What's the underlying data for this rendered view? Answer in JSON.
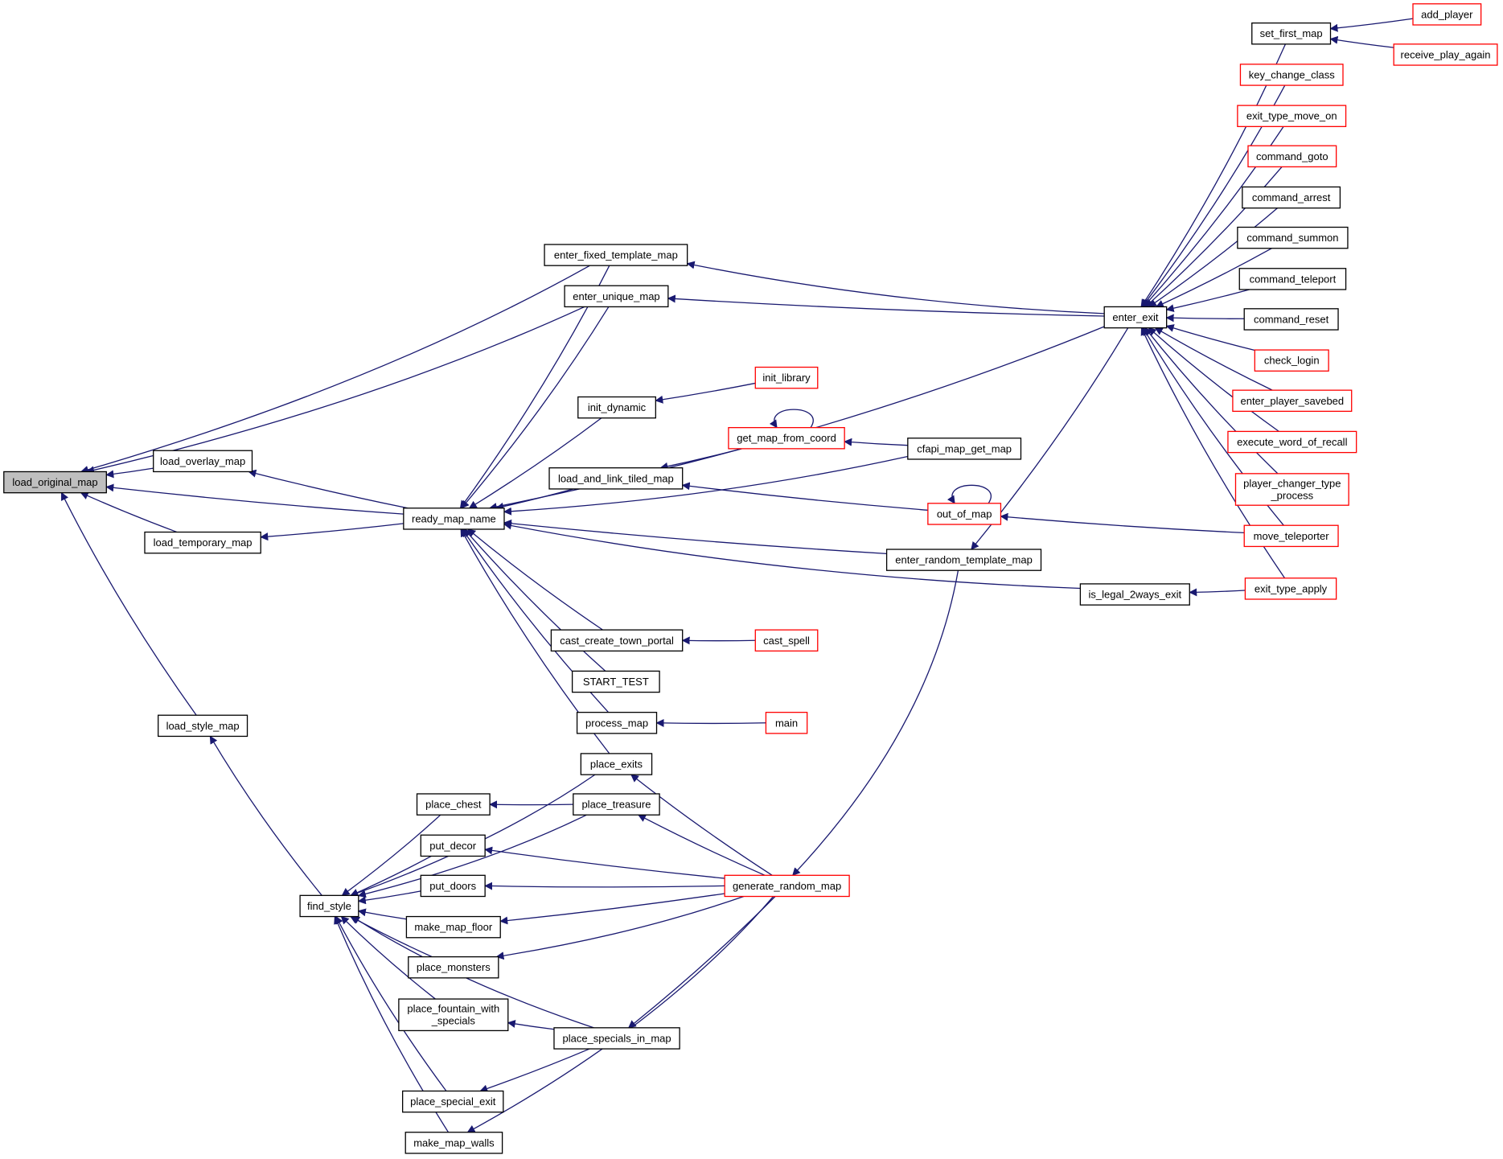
{
  "graph": {
    "title": "Call graph: load_original_map",
    "colors": {
      "edge": "#191970",
      "node_border": "#000000",
      "node_border_truncated": "#ff0000",
      "root_fill": "#bfbfbf",
      "node_fill": "#ffffff"
    },
    "nodes": [
      {
        "id": "load_original_map",
        "label": "load_original_map",
        "root": true
      },
      {
        "id": "load_overlay_map",
        "label": "load_overlay_map"
      },
      {
        "id": "load_temporary_map",
        "label": "load_temporary_map"
      },
      {
        "id": "load_style_map",
        "label": "load_style_map"
      },
      {
        "id": "enter_fixed_template_map",
        "label": "enter_fixed_template_map"
      },
      {
        "id": "enter_unique_map",
        "label": "enter_unique_map"
      },
      {
        "id": "ready_map_name",
        "label": "ready_map_name"
      },
      {
        "id": "init_dynamic",
        "label": "init_dynamic"
      },
      {
        "id": "init_library",
        "label": "init_library",
        "truncated": true
      },
      {
        "id": "get_map_from_coord",
        "label": "get_map_from_coord",
        "truncated": true
      },
      {
        "id": "cfapi_map_get_map",
        "label": "cfapi_map_get_map"
      },
      {
        "id": "load_and_link_tiled_map",
        "label": "load_and_link_tiled_map"
      },
      {
        "id": "out_of_map",
        "label": "out_of_map",
        "truncated": true
      },
      {
        "id": "enter_random_template_map",
        "label": "enter_random_template_map"
      },
      {
        "id": "is_legal_2ways_exit",
        "label": "is_legal_2ways_exit"
      },
      {
        "id": "cast_create_town_portal",
        "label": "cast_create_town_portal"
      },
      {
        "id": "cast_spell",
        "label": "cast_spell",
        "truncated": true
      },
      {
        "id": "START_TEST",
        "label": "START_TEST"
      },
      {
        "id": "process_map",
        "label": "process_map"
      },
      {
        "id": "main",
        "label": "main",
        "truncated": true
      },
      {
        "id": "place_exits",
        "label": "place_exits"
      },
      {
        "id": "place_chest",
        "label": "place_chest"
      },
      {
        "id": "place_treasure",
        "label": "place_treasure"
      },
      {
        "id": "put_decor",
        "label": "put_decor"
      },
      {
        "id": "put_doors",
        "label": "put_doors"
      },
      {
        "id": "make_map_floor",
        "label": "make_map_floor"
      },
      {
        "id": "place_monsters",
        "label": "place_monsters"
      },
      {
        "id": "place_fountain_with_specials",
        "label": "place_fountain_with\n_specials"
      },
      {
        "id": "place_specials_in_map",
        "label": "place_specials_in_map"
      },
      {
        "id": "place_special_exit",
        "label": "place_special_exit"
      },
      {
        "id": "make_map_walls",
        "label": "make_map_walls"
      },
      {
        "id": "find_style",
        "label": "find_style"
      },
      {
        "id": "generate_random_map",
        "label": "generate_random_map",
        "truncated": true
      },
      {
        "id": "enter_exit",
        "label": "enter_exit"
      },
      {
        "id": "set_first_map",
        "label": "set_first_map"
      },
      {
        "id": "add_player",
        "label": "add_player",
        "truncated": true
      },
      {
        "id": "receive_play_again",
        "label": "receive_play_again",
        "truncated": true
      },
      {
        "id": "key_change_class",
        "label": "key_change_class",
        "truncated": true
      },
      {
        "id": "exit_type_move_on",
        "label": "exit_type_move_on",
        "truncated": true
      },
      {
        "id": "command_goto",
        "label": "command_goto",
        "truncated": true
      },
      {
        "id": "command_arrest",
        "label": "command_arrest"
      },
      {
        "id": "command_summon",
        "label": "command_summon"
      },
      {
        "id": "command_teleport",
        "label": "command_teleport"
      },
      {
        "id": "command_reset",
        "label": "command_reset"
      },
      {
        "id": "check_login",
        "label": "check_login",
        "truncated": true
      },
      {
        "id": "enter_player_savebed",
        "label": "enter_player_savebed",
        "truncated": true
      },
      {
        "id": "execute_word_of_recall",
        "label": "execute_word_of_recall",
        "truncated": true
      },
      {
        "id": "player_changer_type_process",
        "label": "player_changer_type\n_process",
        "truncated": true
      },
      {
        "id": "move_teleporter",
        "label": "move_teleporter",
        "truncated": true
      },
      {
        "id": "exit_type_apply",
        "label": "exit_type_apply",
        "truncated": true
      }
    ],
    "edges": [
      [
        "load_original_map",
        "enter_fixed_template_map"
      ],
      [
        "load_original_map",
        "enter_unique_map"
      ],
      [
        "load_original_map",
        "load_overlay_map"
      ],
      [
        "load_original_map",
        "ready_map_name"
      ],
      [
        "load_original_map",
        "load_temporary_map"
      ],
      [
        "load_original_map",
        "load_style_map"
      ],
      [
        "load_overlay_map",
        "ready_map_name"
      ],
      [
        "load_temporary_map",
        "ready_map_name"
      ],
      [
        "load_style_map",
        "find_style"
      ],
      [
        "enter_fixed_template_map",
        "enter_exit"
      ],
      [
        "enter_unique_map",
        "enter_exit"
      ],
      [
        "ready_map_name",
        "enter_fixed_template_map"
      ],
      [
        "ready_map_name",
        "enter_unique_map"
      ],
      [
        "ready_map_name",
        "enter_exit"
      ],
      [
        "ready_map_name",
        "init_dynamic"
      ],
      [
        "ready_map_name",
        "load_and_link_tiled_map"
      ],
      [
        "ready_map_name",
        "cfapi_map_get_map"
      ],
      [
        "ready_map_name",
        "enter_random_template_map"
      ],
      [
        "ready_map_name",
        "is_legal_2ways_exit"
      ],
      [
        "ready_map_name",
        "cast_create_town_portal"
      ],
      [
        "ready_map_name",
        "START_TEST"
      ],
      [
        "ready_map_name",
        "process_map"
      ],
      [
        "ready_map_name",
        "place_exits"
      ],
      [
        "init_dynamic",
        "init_library"
      ],
      [
        "load_and_link_tiled_map",
        "get_map_from_coord"
      ],
      [
        "load_and_link_tiled_map",
        "out_of_map"
      ],
      [
        "get_map_from_coord",
        "get_map_from_coord"
      ],
      [
        "get_map_from_coord",
        "cfapi_map_get_map"
      ],
      [
        "out_of_map",
        "out_of_map"
      ],
      [
        "out_of_map",
        "move_teleporter"
      ],
      [
        "enter_random_template_map",
        "enter_exit"
      ],
      [
        "generate_random_map",
        "enter_random_template_map"
      ],
      [
        "is_legal_2ways_exit",
        "exit_type_apply"
      ],
      [
        "cast_create_town_portal",
        "cast_spell"
      ],
      [
        "process_map",
        "main"
      ],
      [
        "find_style",
        "place_exits"
      ],
      [
        "find_style",
        "place_treasure"
      ],
      [
        "find_style",
        "place_chest"
      ],
      [
        "find_style",
        "put_decor"
      ],
      [
        "find_style",
        "put_doors"
      ],
      [
        "find_style",
        "make_map_floor"
      ],
      [
        "find_style",
        "place_monsters"
      ],
      [
        "find_style",
        "place_fountain_with_specials"
      ],
      [
        "find_style",
        "place_specials_in_map"
      ],
      [
        "find_style",
        "place_special_exit"
      ],
      [
        "find_style",
        "make_map_walls"
      ],
      [
        "place_chest",
        "place_treasure"
      ],
      [
        "place_exits",
        "generate_random_map"
      ],
      [
        "place_treasure",
        "generate_random_map"
      ],
      [
        "put_decor",
        "generate_random_map"
      ],
      [
        "put_doors",
        "generate_random_map"
      ],
      [
        "make_map_floor",
        "generate_random_map"
      ],
      [
        "place_monsters",
        "generate_random_map"
      ],
      [
        "place_fountain_with_specials",
        "place_specials_in_map"
      ],
      [
        "place_special_exit",
        "place_specials_in_map"
      ],
      [
        "place_specials_in_map",
        "generate_random_map"
      ],
      [
        "make_map_walls",
        "generate_random_map"
      ],
      [
        "enter_exit",
        "set_first_map"
      ],
      [
        "enter_exit",
        "key_change_class"
      ],
      [
        "enter_exit",
        "exit_type_move_on"
      ],
      [
        "enter_exit",
        "command_goto"
      ],
      [
        "enter_exit",
        "command_arrest"
      ],
      [
        "enter_exit",
        "command_summon"
      ],
      [
        "enter_exit",
        "command_teleport"
      ],
      [
        "enter_exit",
        "command_reset"
      ],
      [
        "enter_exit",
        "check_login"
      ],
      [
        "enter_exit",
        "enter_player_savebed"
      ],
      [
        "enter_exit",
        "execute_word_of_recall"
      ],
      [
        "enter_exit",
        "player_changer_type_process"
      ],
      [
        "enter_exit",
        "move_teleporter"
      ],
      [
        "enter_exit",
        "exit_type_apply"
      ],
      [
        "set_first_map",
        "add_player"
      ],
      [
        "set_first_map",
        "receive_play_again"
      ]
    ]
  }
}
